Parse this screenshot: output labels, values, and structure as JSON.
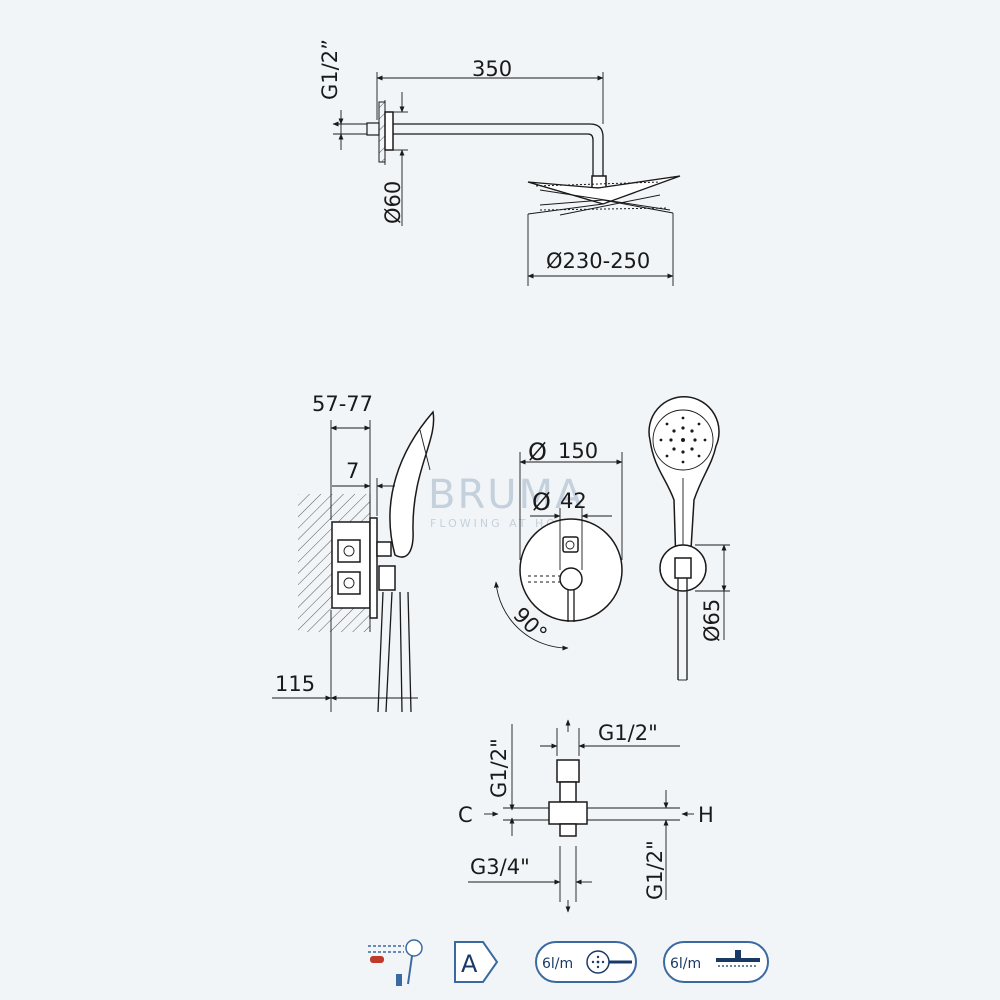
{
  "brand": {
    "name": "BRUMA",
    "tagline": "FLOWING AT HOME",
    "watermark_color": "#9fb3c6"
  },
  "shower_head_view": {
    "arm_length": "350",
    "wall_thread": "G1/2”",
    "flange_diameter": "Ø60",
    "head_diameter": "Ø230-250"
  },
  "mixer_side_view": {
    "handle_depth": "57-77",
    "cover_gap": "7",
    "body_depth": "115"
  },
  "mixer_front_view": {
    "plate_diameter": "150",
    "handle_diameter": "42",
    "rotation": "90°"
  },
  "hand_shower_view": {
    "holder_diameter": "Ø65"
  },
  "valve_body_view": {
    "top_thread": "G1/2\"",
    "left_thread": "G1/2\"",
    "bottom_thread": "G3/4\"",
    "right_thread": "G1/2\"",
    "cold_label": "C",
    "hot_label": "H"
  },
  "footer_badges": [
    {
      "icon": "hand-shower-kit-icon",
      "label": ""
    },
    {
      "icon": "energy-class-icon",
      "label": "A"
    },
    {
      "icon": "hand-shower-flow-icon",
      "label": "6l/m"
    },
    {
      "icon": "head-shower-flow-icon",
      "label": "6l/m"
    }
  ]
}
